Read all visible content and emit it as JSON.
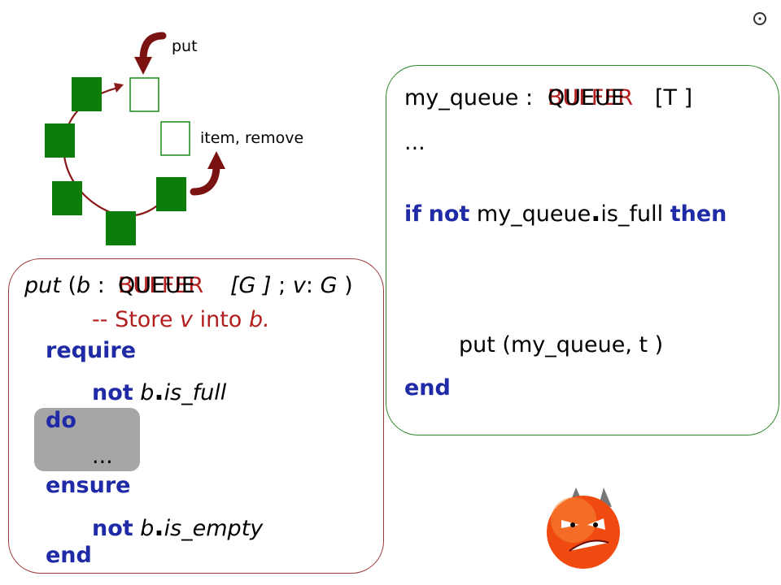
{
  "diagram": {
    "labels": {
      "put": "put",
      "item_remove": "item, remove"
    }
  },
  "client_code": {
    "decl_var": "my_queue",
    "decl_colon": ":",
    "decl_type_original": "BUFFER",
    "decl_type_new": "QUEUE",
    "decl_generic": "[T ]",
    "ellipsis": "...",
    "if_kw": "if",
    "not_kw": "not",
    "cond_target": "my_queue",
    "cond_feature": "is_full",
    "then_kw": "then",
    "call": "put (my_queue, t )",
    "end_kw": "end"
  },
  "routine": {
    "sig_name": "put",
    "sig_open": "(",
    "sig_arg_b": "b",
    "sig_colon": ":",
    "sig_type_original": "BUFFER",
    "sig_type_new": "QUEUE",
    "sig_generic": "[G ]",
    "sig_semicolon": ";",
    "sig_arg_v": "v",
    "sig_colon2": ":",
    "sig_type_v": "G",
    "sig_close": ")",
    "comment_dashes": "-- Store",
    "comment_v": "v",
    "comment_into": "into",
    "comment_b": "b.",
    "require_kw": "require",
    "pre_not": "not",
    "pre_target": "b",
    "pre_feature": "is_full",
    "do_kw": "do",
    "body_ellipsis": "...",
    "ensure_kw": "ensure",
    "post_not": "not",
    "post_target": "b",
    "post_feature": "is_empty",
    "end_kw": "end"
  }
}
